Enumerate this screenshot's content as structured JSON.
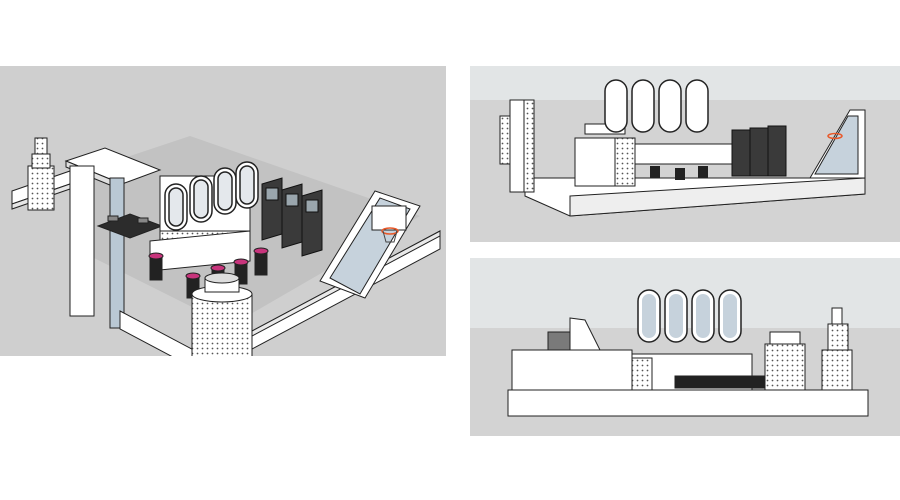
{
  "image": {
    "background": "#ffffff",
    "views": [
      {
        "id": "isometric",
        "background": "#cfcfcf"
      },
      {
        "id": "rear-elevation",
        "background": "#d3d3d3",
        "sky": "#e2e5e6"
      },
      {
        "id": "front-elevation",
        "background": "#d3d3d3",
        "sky": "#e2e5e6"
      }
    ],
    "colors": {
      "wall": "#ffffff",
      "outline": "#222222",
      "dark_machine": "#3a3a3a",
      "glass": "#c6d2dc",
      "accent_pink": "#c8347c",
      "shadow": "#9a9a9a",
      "hoop_orange": "#e8592a"
    }
  }
}
